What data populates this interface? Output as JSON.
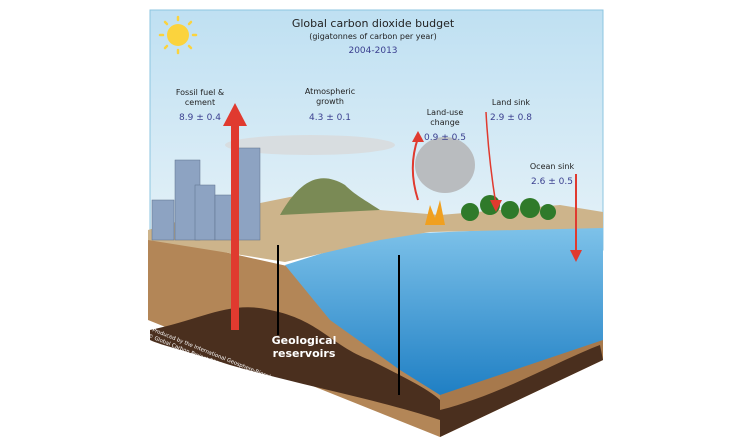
{
  "title": "Global carbon dioxide budget",
  "subtitle": "(gigatonnes of carbon per year)",
  "period": "2004-2013",
  "fluxes": {
    "fossil": {
      "label_line1": "Fossil fuel &",
      "label_line2": "cement",
      "value": "8.9 ± 0.4",
      "direction": "up"
    },
    "atmosphere": {
      "label_line1": "Atmospheric",
      "label_line2": "growth",
      "value": "4.3 ± 0.1"
    },
    "landuse": {
      "label_line1": "Land-use",
      "label_line2": "change",
      "value": "0.9 ± 0.5",
      "direction": "up"
    },
    "landsink": {
      "label": "Land sink",
      "value": "2.9 ± 0.8",
      "direction": "down"
    },
    "oceansink": {
      "label": "Ocean sink",
      "value": "2.6 ± 0.5",
      "direction": "down"
    }
  },
  "geological": {
    "line1": "Geological",
    "line2": "reservoirs"
  },
  "credit": {
    "line1": "Produced by the International Geosphere-Biosphere Programme for the Global Carbon Project",
    "line2": "© Global Carbon Project 2010"
  },
  "colors": {
    "sky": "#cfe6f3",
    "arrow": "#e03a2f",
    "value_text": "#3a3f8f",
    "soil": "#b88a5e",
    "dark_soil": "#4a2f1e",
    "ocean": "#3fa0dc"
  }
}
